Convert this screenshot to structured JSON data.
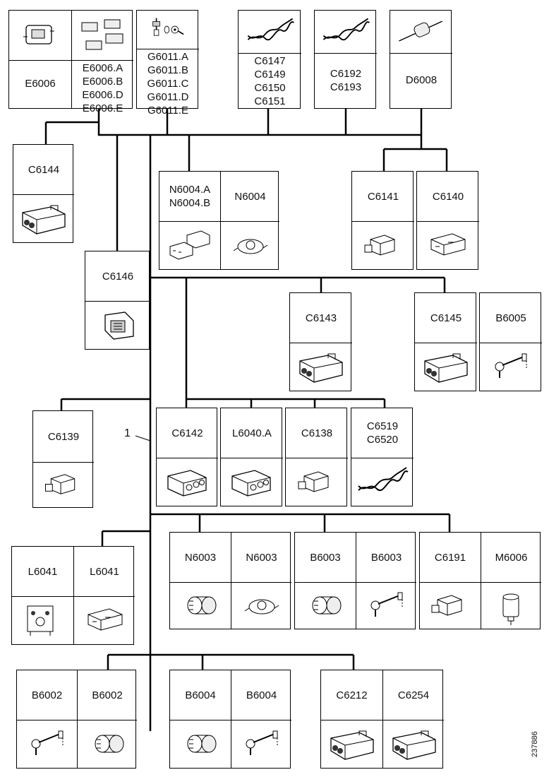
{
  "diagram": {
    "reference_label": "1",
    "drawing_number": "237886",
    "components": {
      "e6006": {
        "label": "E6006",
        "icon": "lamp-housing-icon"
      },
      "e6006_variants": {
        "lines": [
          "E6006.A",
          "E6006.B",
          "E6006.D",
          "E6006.E"
        ],
        "icon": "lamp-set-icon"
      },
      "g6011": {
        "lines": [
          "G6011.A",
          "G6011.B",
          "G6011.C",
          "G6011.D",
          "G6011.E"
        ],
        "icon": "ground-terminal-icon"
      },
      "c6147": {
        "lines": [
          "C6147",
          "C6149",
          "C6150",
          "C6151"
        ],
        "icon": "twisted-cable-icon"
      },
      "c6192": {
        "lines": [
          "C6192",
          "C6193"
        ],
        "icon": "twisted-cable-icon"
      },
      "d6008": {
        "label": "D6008",
        "icon": "diode-icon"
      },
      "c6144": {
        "label": "C6144",
        "icon": "multi-pin-connector-icon"
      },
      "n6004ab": {
        "lines": [
          "N6004.A",
          "N6004.B"
        ],
        "icon": "connector-pair-icon"
      },
      "n6004": {
        "label": "N6004",
        "icon": "switch-icon"
      },
      "c6141": {
        "label": "C6141",
        "icon": "small-connector-icon"
      },
      "c6140": {
        "label": "C6140",
        "icon": "connector-icon"
      },
      "c6146": {
        "label": "C6146",
        "icon": "square-connector-icon"
      },
      "c6143": {
        "label": "C6143",
        "icon": "multi-pin-connector-icon"
      },
      "c6145": {
        "label": "C6145",
        "icon": "multi-pin-connector-icon"
      },
      "b6005": {
        "label": "B6005",
        "icon": "sensor-probe-icon"
      },
      "c6139": {
        "label": "C6139",
        "icon": "small-connector-icon"
      },
      "c6142": {
        "label": "C6142",
        "icon": "three-pin-connector-icon"
      },
      "l6040a": {
        "label": "L6040.A",
        "icon": "three-pin-connector-icon"
      },
      "c6138": {
        "label": "C6138",
        "icon": "small-connector-icon"
      },
      "c6519": {
        "lines": [
          "C6519",
          "C6520"
        ],
        "icon": "twisted-cable-icon"
      },
      "l6041_1": {
        "label": "L6041",
        "icon": "plate-connector-icon"
      },
      "l6041_2": {
        "label": "L6041",
        "icon": "connector-icon"
      },
      "n6003_1": {
        "label": "N6003",
        "icon": "cylinder-sensor-icon"
      },
      "n6003_2": {
        "label": "N6003",
        "icon": "switch-icon"
      },
      "b6003_1": {
        "label": "B6003",
        "icon": "cylinder-sensor-icon"
      },
      "b6003_2": {
        "label": "B6003",
        "icon": "sensor-probe-icon"
      },
      "c6191": {
        "label": "C6191",
        "icon": "small-connector-icon"
      },
      "m6006": {
        "label": "M6006",
        "icon": "motor-icon"
      },
      "b6002_1": {
        "label": "B6002",
        "icon": "sensor-probe-icon"
      },
      "b6002_2": {
        "label": "B6002",
        "icon": "cylinder-sensor-icon"
      },
      "b6004_1": {
        "label": "B6004",
        "icon": "cylinder-sensor-icon"
      },
      "b6004_2": {
        "label": "B6004",
        "icon": "sensor-probe-icon"
      },
      "c6212": {
        "label": "C6212",
        "icon": "multi-pin-connector-icon"
      },
      "c6254": {
        "label": "C6254",
        "icon": "multi-pin-connector-icon"
      }
    }
  }
}
